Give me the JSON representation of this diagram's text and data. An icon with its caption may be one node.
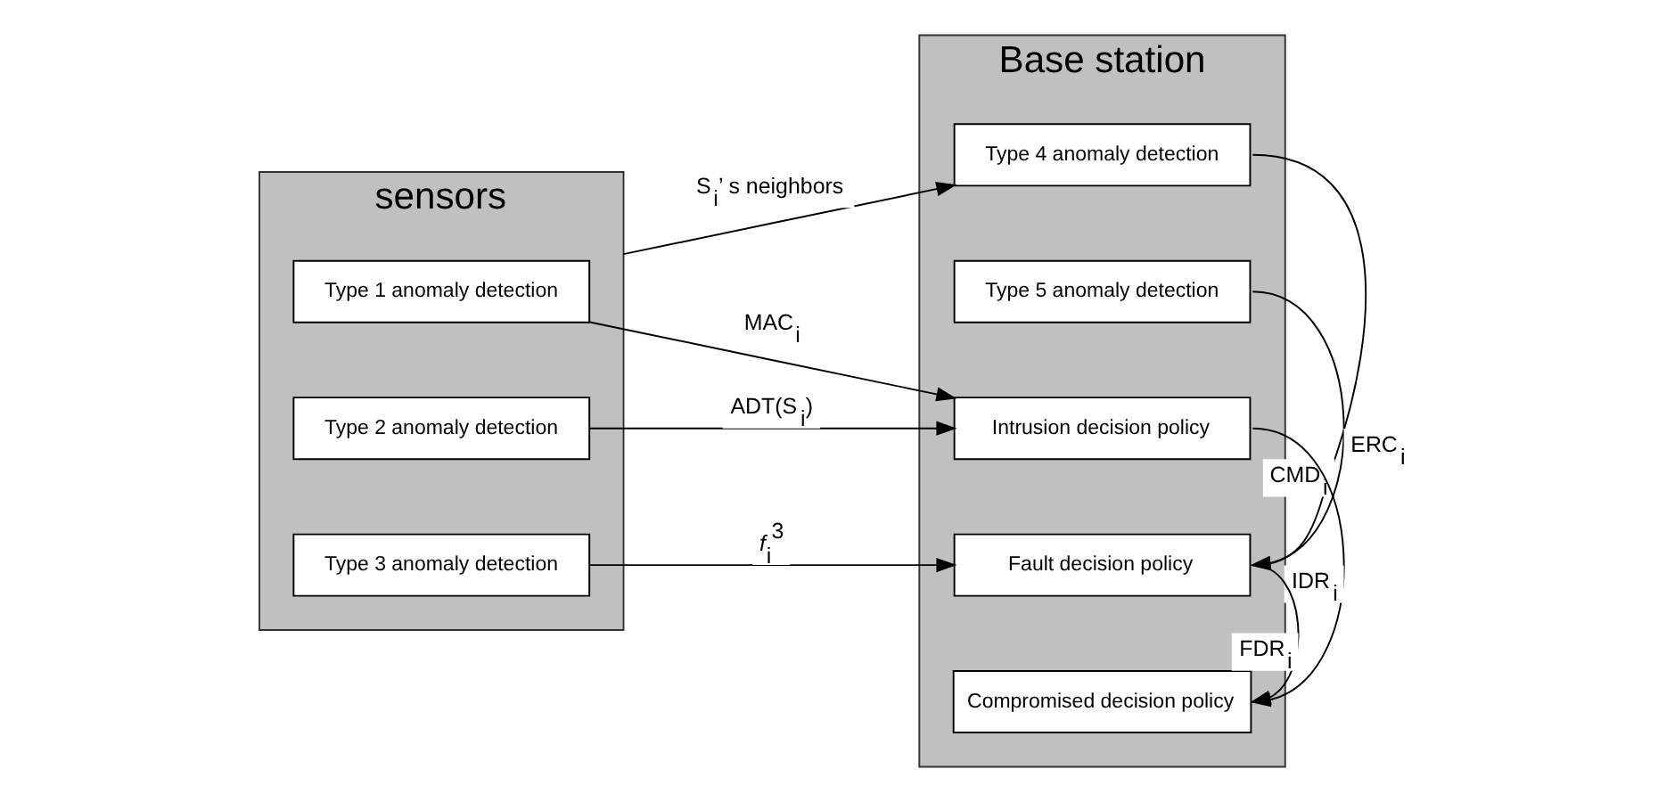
{
  "diagram": {
    "nodes": [
      {
        "text": [
          "sensors"
        ]
      },
      {
        "text": [
          "Type 1 anomaly detection"
        ],
        "in": 0
      },
      {
        "text": [
          "Type 2 anomaly detection"
        ],
        "in": 0
      },
      {
        "text": [
          "Type 3 anomaly detection"
        ],
        "in": 0
      },
      {
        "text": [
          "Base station"
        ]
      },
      {
        "text": [
          "Type 4 anomaly detection"
        ],
        "in": 4
      },
      {
        "text": [
          "Type 5 anomaly detection"
        ],
        "in": 4
      },
      {
        "text": [
          "Intrusion decision policy"
        ],
        "in": 4
      },
      {
        "text": [
          "Fault decision policy"
        ],
        "in": 4
      },
      {
        "text": [
          "Compromised decision policy"
        ],
        "in": 4
      }
    ],
    "edges": [
      {
        "from": 0,
        "to": 5,
        "arrow": "to",
        "label": "S$_{i}$’ s neighbors"
      },
      {
        "from": 1,
        "to": 7,
        "arrow": "to",
        "label": "MAC$_{i}$"
      },
      {
        "from": 2,
        "to": 7,
        "arrow": "to",
        "label": "ADT(S$_{i}$)"
      },
      {
        "from": 3,
        "to": 8,
        "arrow": "to",
        "label": "*f*$_{i}$$^{3}$"
      },
      {
        "from": 5,
        "to": 8,
        "arrow": "to",
        "label": "CMD$_{i}$"
      },
      {
        "from": 6,
        "to": 8,
        "arrow": "to",
        "label": "ERC$_{i}$"
      },
      {
        "from": 7,
        "to": 9,
        "arrow": "to",
        "label": "IDR$_{i}$"
      },
      {
        "from": 8,
        "to": 9,
        "arrow": "to",
        "label": "FDR$_{i}$"
      }
    ]
  }
}
